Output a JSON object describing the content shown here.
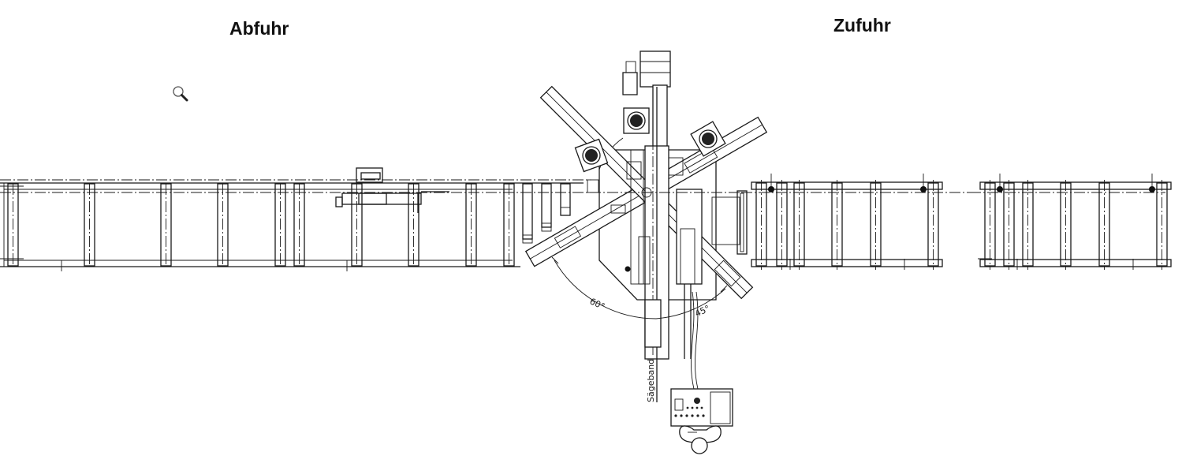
{
  "labels": {
    "outfeed": "Abfuhr",
    "infeed": "Zufuhr",
    "saw_band": "Sägeband",
    "angle_left": "60°",
    "angle_right": "45°"
  },
  "toolbar": {
    "zoom_icon": "magnifier-icon"
  },
  "colors": {
    "line": "#1a1a1a",
    "background": "#ffffff"
  },
  "diagram": {
    "type": "band saw plan view (top view)",
    "sections": [
      {
        "name": "outfeed-conveyor",
        "label_ref": "labels.outfeed",
        "x_range": [
          0,
          650
        ]
      },
      {
        "name": "saw-unit",
        "x_range": [
          650,
          990
        ],
        "miter_angles": [
          "60°",
          "45°"
        ]
      },
      {
        "name": "infeed-conveyor-1",
        "label_ref": "labels.infeed",
        "x_range": [
          950,
          1195
        ]
      },
      {
        "name": "infeed-conveyor-2",
        "x_range": [
          1240,
          1485
        ]
      }
    ],
    "operator_station": {
      "control_panel": true,
      "operator": true
    }
  }
}
